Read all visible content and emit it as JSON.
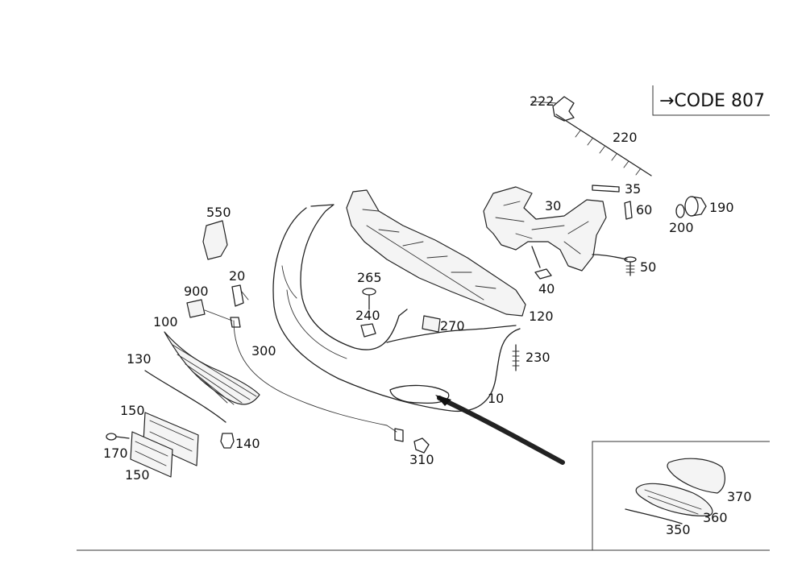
{
  "code_box": {
    "arrow": "→",
    "text": "CODE 807"
  },
  "labels": {
    "l10": "10",
    "l20": "20",
    "l30": "30",
    "l35": "35",
    "l40": "40",
    "l50": "50",
    "l60": "60",
    "l100": "100",
    "l120": "120",
    "l130": "130",
    "l140": "140",
    "l150a": "150",
    "l150b": "150",
    "l170": "170",
    "l190": "190",
    "l200": "200",
    "l220": "220",
    "l222": "222",
    "l230": "230",
    "l240": "240",
    "l265": "265",
    "l270": "270",
    "l300": "300",
    "l310": "310",
    "l350": "350",
    "l360": "360",
    "l370": "370",
    "l550": "550",
    "l900": "900"
  }
}
